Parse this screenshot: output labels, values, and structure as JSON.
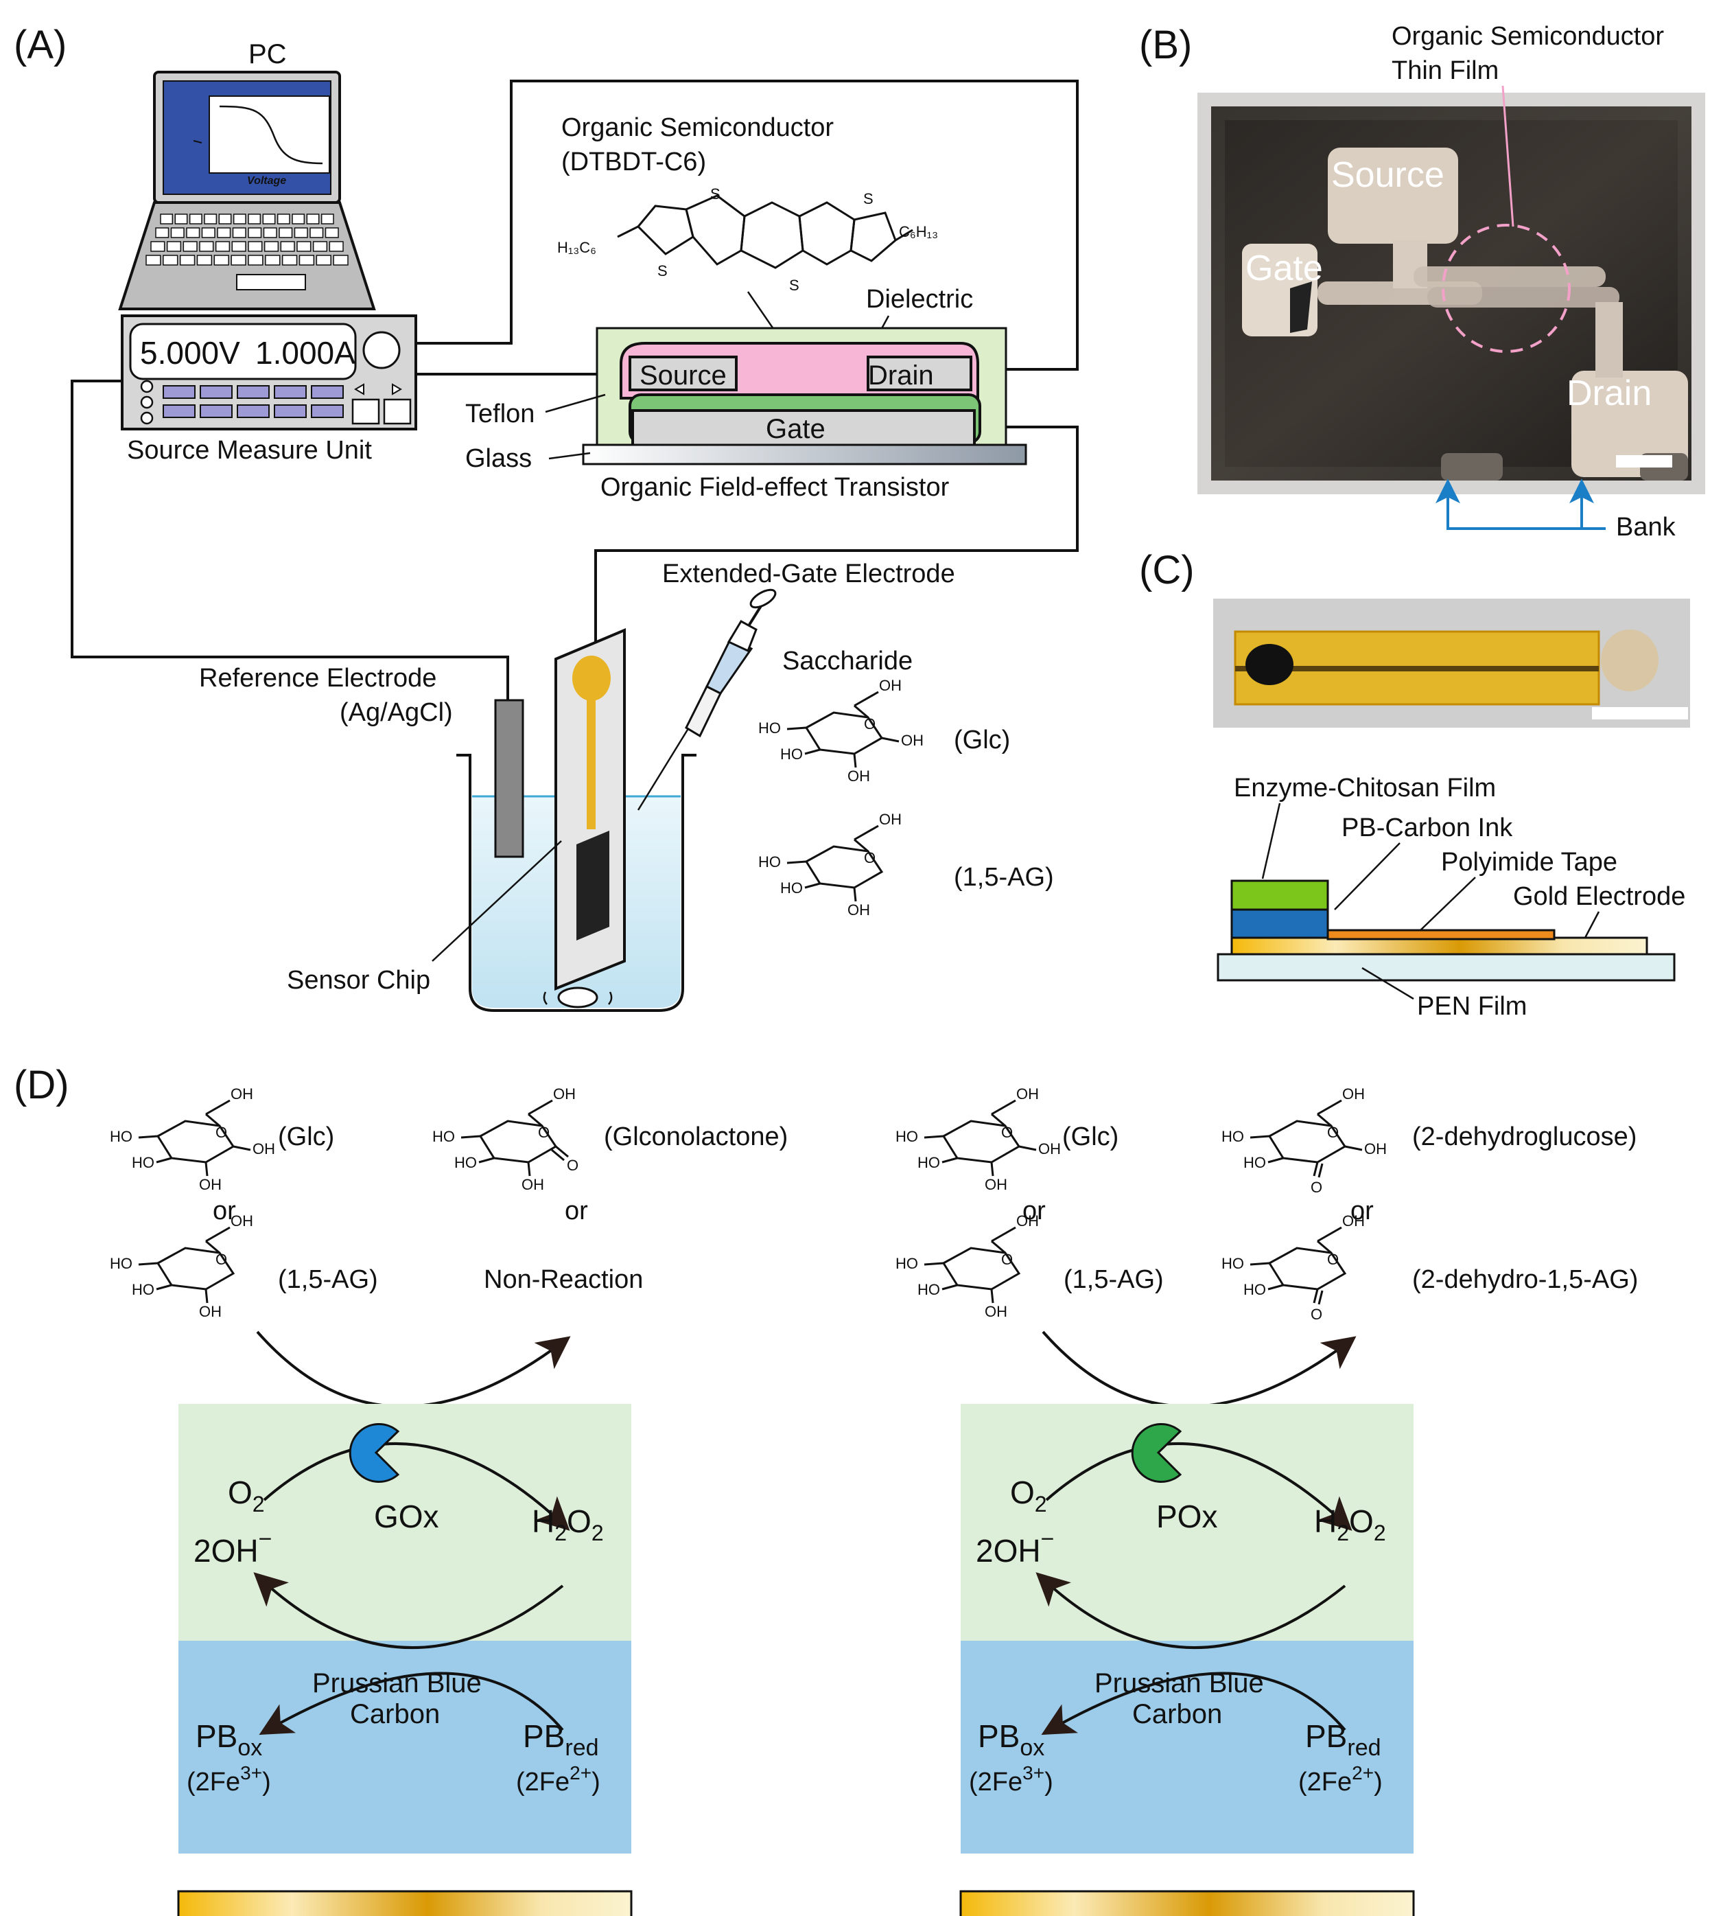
{
  "panels": {
    "A": "(A)",
    "B": "(B)",
    "C": "(C)",
    "D": "(D)"
  },
  "colors": {
    "pink": "#f7b6d5",
    "green_layer": "#7cc576",
    "light_green": "#d8eecc",
    "blue_layer": "#9cc9e8",
    "gold": "#e8b325",
    "enzyme_blue": "#1e88d6",
    "enzyme_green": "#2ea64a",
    "bank_blue": "#1a7fc7",
    "water": "#dff1f8"
  },
  "A": {
    "pc": "PC",
    "screen_axis": "Voltage",
    "smu_volt": "5.000V",
    "smu_amp": "1.000A",
    "smu_label": "Source Measure Unit",
    "osc_title_1": "Organic Semiconductor",
    "osc_title_2": "(DTBDT-C6)",
    "sub_left": "H₁₃C₆",
    "sub_right": "C₆H₁₃",
    "sulfur": "S",
    "dielectric": "Dielectric",
    "source": "Source",
    "drain": "Drain",
    "gate": "Gate",
    "teflon": "Teflon",
    "glass": "Glass",
    "ofet": "Organic Field-effect Transistor",
    "extended_gate": "Extended-Gate Electrode",
    "ref_1": "Reference Electrode",
    "ref_2": "(Ag/AgCl)",
    "saccharide": "Saccharide",
    "glc": "(Glc)",
    "ag": "(1,5-AG)",
    "sensor_chip": "Sensor Chip"
  },
  "B": {
    "osc_1": "Organic Semiconductor",
    "osc_2": "Thin Film",
    "source": "Source",
    "gate": "Gate",
    "drain": "Drain",
    "bank": "Bank"
  },
  "C": {
    "enzyme": "Enzyme-Chitosan Film",
    "pb_carbon": "PB-Carbon Ink",
    "polyimide": "Polyimide Tape",
    "gold": "Gold Electrode",
    "pen": "PEN Film"
  },
  "D": {
    "left": {
      "in1": "(Glc)",
      "in2": "(1,5-AG)",
      "or": "or",
      "out1": "(Glconolactone)",
      "out2": "Non-Reaction",
      "enzyme": "GOx"
    },
    "right": {
      "in1": "(Glc)",
      "in2": "(1,5-AG)",
      "or": "or",
      "out1": "(2-dehydroglucose)",
      "out2": "(2-dehydro-1,5-AG)",
      "enzyme": "POx"
    },
    "o2": "O",
    "oh": "2OH",
    "h2o2_a": "H",
    "h2o2_b": "O",
    "sub2": "2",
    "minus": "−",
    "pb_1": "Prussian Blue",
    "pb_2": "Carbon",
    "pb": "PB",
    "ox": "ox",
    "red": "red",
    "fe3_a": "(2Fe",
    "fe3_b": "3+",
    "fe_close": ")",
    "fe2_b": "2+"
  },
  "chem": {
    "ho": "HO",
    "oh": "OH",
    "o": "O"
  }
}
